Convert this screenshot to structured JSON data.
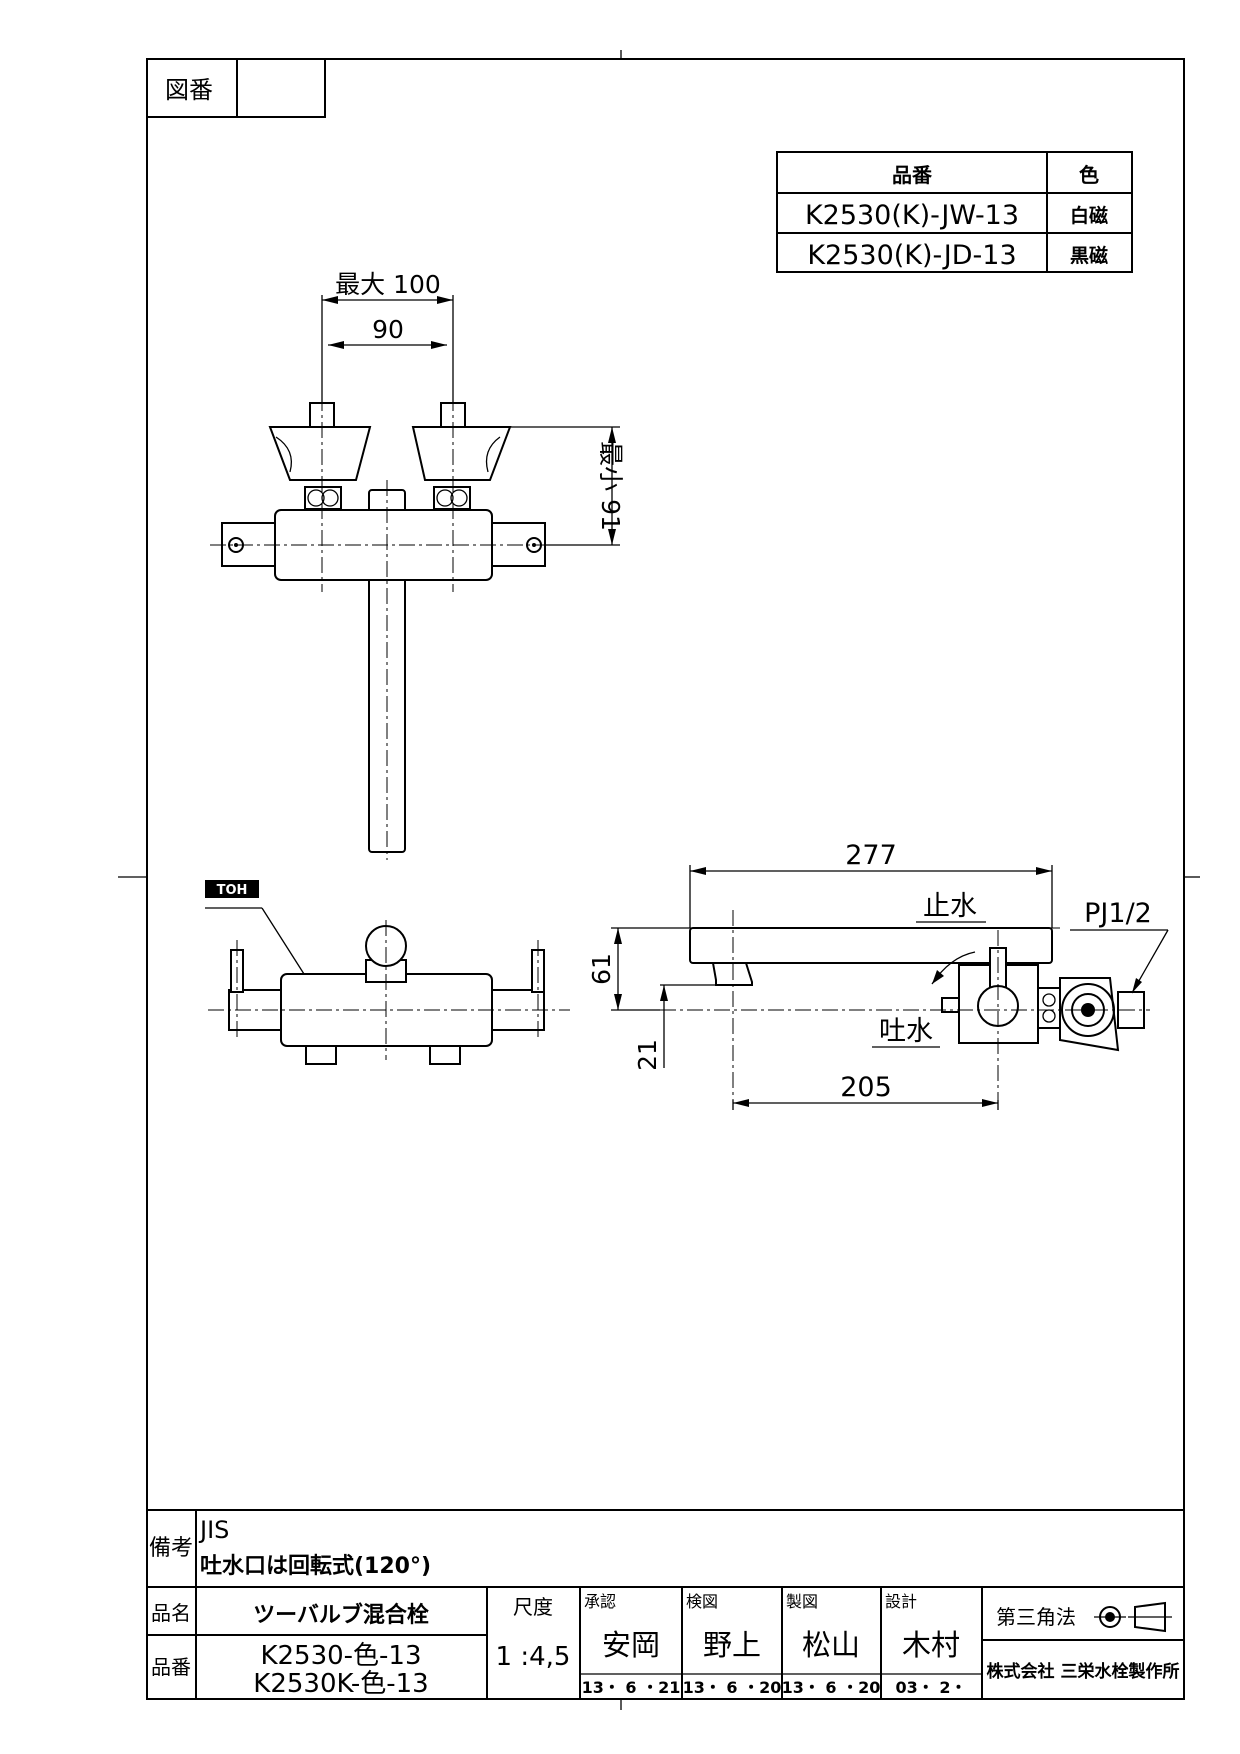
{
  "drawing_number": {
    "label": "図番",
    "value": ""
  },
  "color_table": {
    "headers": [
      "品番",
      "色"
    ],
    "rows": [
      [
        "K2530(K)-JW-13",
        "白磁"
      ],
      [
        "K2530(K)-JD-13",
        "黒磁"
      ]
    ]
  },
  "dimensions": {
    "max_100": "最大 100",
    "d90": "90",
    "min_91": "最小 91",
    "d277": "277",
    "d61": "61",
    "d21": "21",
    "d205": "205"
  },
  "annotations": {
    "stop_water": "止水",
    "spout_water": "吐水",
    "pj": "PJ1/2",
    "logo": "TOH"
  },
  "notes": {
    "label": "備考",
    "lines": [
      "JIS",
      "吐水口は回転式(120°)"
    ]
  },
  "title_block": {
    "name_label": "品名",
    "name_value": "ツーバルブ混合栓",
    "number_label": "品番",
    "number_values": [
      "K2530-色-13",
      "K2530K-色-13"
    ],
    "scale_label": "尺度",
    "scale_value": "1 :4,5",
    "approvals": [
      {
        "role": "承認",
        "name": "安岡",
        "date": "13・ 6 ・21"
      },
      {
        "role": "検図",
        "name": "野上",
        "date": "13・ 6 ・20"
      },
      {
        "role": "製図",
        "name": "松山",
        "date": "13・ 6 ・20"
      },
      {
        "role": "設計",
        "name": "木村",
        "date": "03・ 2・"
      }
    ],
    "projection": "第三角法",
    "company": "株式会社 三栄水栓製作所"
  }
}
